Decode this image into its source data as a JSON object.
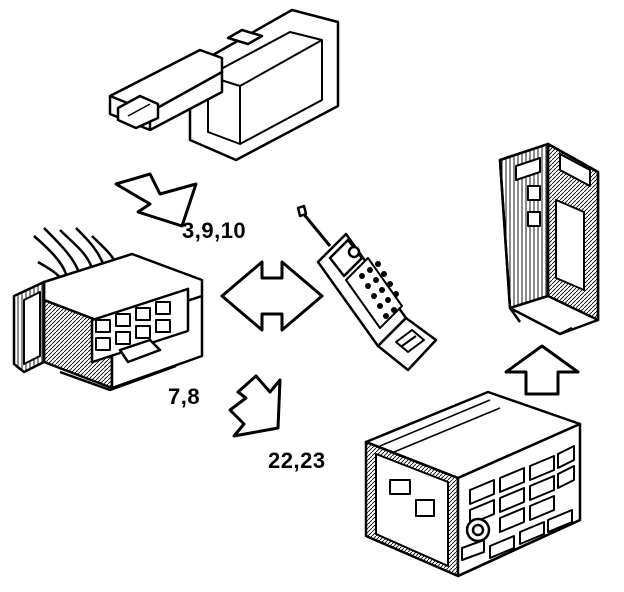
{
  "labels": {
    "top_arrow_steps": "3,9,10",
    "lower_arrow_steps": "7,8",
    "bottom_steps": "22,23"
  },
  "colors": {
    "ink": "#000000",
    "paper": "#ffffff"
  },
  "components": [
    {
      "name": "module-plug",
      "icon": "display-module-icon"
    },
    {
      "name": "wiring-connector",
      "icon": "connector-icon"
    },
    {
      "name": "cellular-phone",
      "icon": "phone-icon"
    },
    {
      "name": "radio-receiver",
      "icon": "radio-icon"
    },
    {
      "name": "transceiver-unit",
      "icon": "transceiver-icon"
    }
  ]
}
